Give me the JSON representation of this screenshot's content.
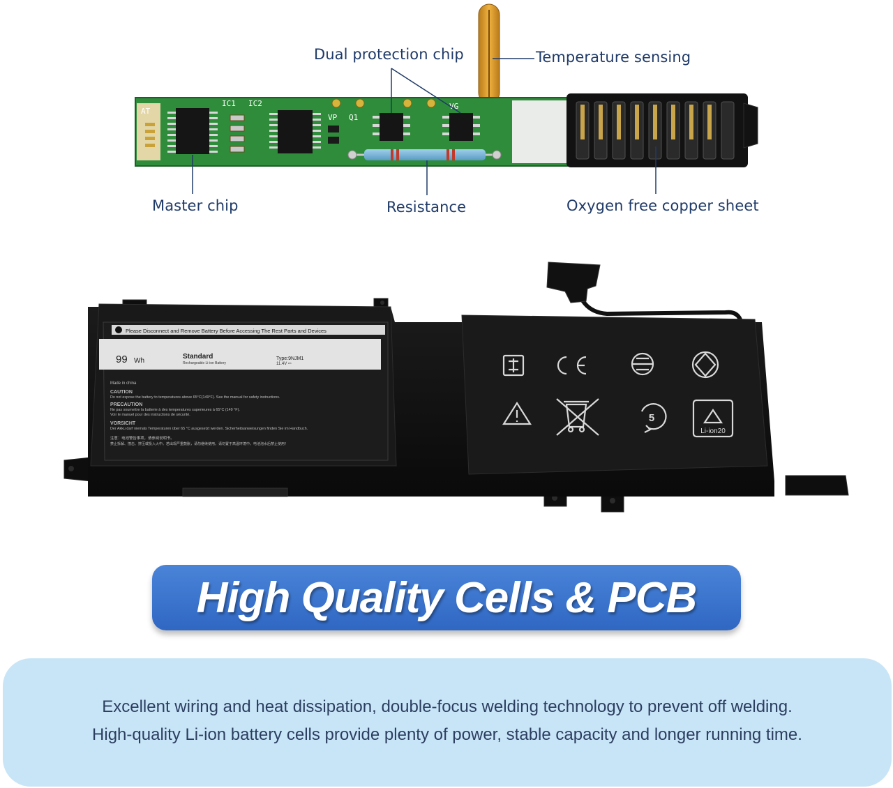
{
  "pcb": {
    "labels": {
      "dual_protection_chip": "Dual protection chip",
      "temperature_sensing": "Temperature sensing",
      "master_chip": "Master chip",
      "resistance": "Resistance",
      "oxygen_free_copper_sheet": "Oxygen free copper sheet"
    },
    "silkscreen": {
      "ic1": "IC1",
      "ic2": "IC2",
      "vp": "VP",
      "q1": "Q1",
      "vg": "VG",
      "at": "AT"
    }
  },
  "battery_label": {
    "warning": "Please Disconnect and Remove Battery Before Accessing The Rest Parts and Devices",
    "capacity": "99",
    "capacity_unit": "Wh",
    "standard": "Standard",
    "standard_sub": "Rechargeable Li-ion Battery",
    "type": "Type:9NJM1",
    "voltage": "11.4V ⎓",
    "made_in": "Made in china",
    "caution_title": "CAUTION",
    "caution_text": "Do not expose the battery to temperatures above 65°C(149°F). See the manual for safety instructions.",
    "precaution_title": "PRECAUTION",
    "precaution_text_1": "Ne pas soumettre la batterie à des temperatures superieures à 65°C (149 °F).",
    "precaution_text_2": "Voir le manuel pour des instructions de sécurité.",
    "vorsicht_title": "VORSICHT",
    "vorsicht_text": "Der Akku darf niemals Temperaturen über 65 °C ausgesetzt werden. Sicherheitsanweisungen finden Sie im Handbuch.",
    "cn_line_1": "注意：电池警告事项，请参阅说明书。",
    "cn_line_2": "禁止拆解、撞击、挤压或投入火中。若出现严重鼓胀，请勿继续使用。请勿置于高温环境中。电池泡水后禁止使用！",
    "recycle_mark": "Li-ion20",
    "recycle_number": "5"
  },
  "banner": {
    "title": "High Quality Cells & PCB"
  },
  "description": {
    "line1": "Excellent wiring and heat dissipation, double-focus welding technology to prevent off welding.",
    "line2": "High-quality Li-ion battery cells provide plenty of power, stable capacity and longer running time."
  },
  "colors": {
    "pcb_green": "#2e8c3a",
    "label_text": "#1f3a68",
    "banner_blue": "#3a72cc",
    "desc_bg": "#c8e5f8"
  }
}
